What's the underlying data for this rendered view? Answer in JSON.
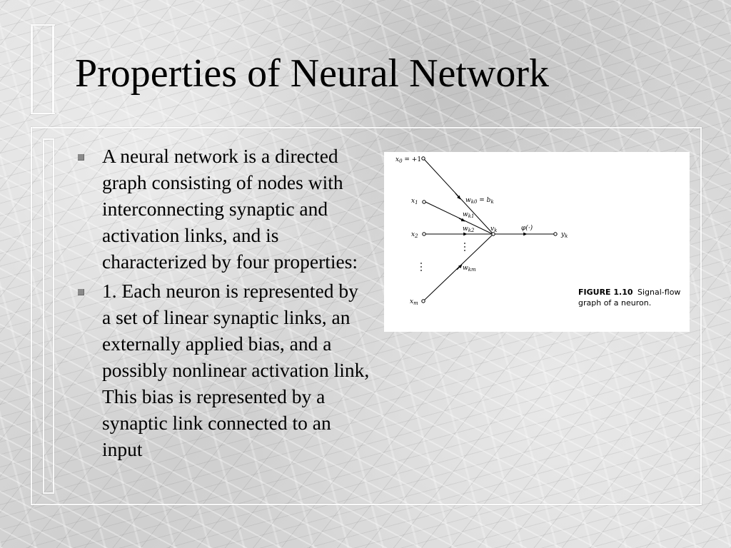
{
  "slide": {
    "title": "Properties of Neural Network",
    "bullets": [
      "A neural network is a directed graph consisting of nodes with interconnecting synaptic and activation links, and is characterized by four properties:",
      "1. Each neuron is represented by a set of linear synaptic links, an externally applied bias, and a possibly nonlinear activation link, This bias is represented by a synaptic link connected to an input"
    ]
  },
  "figure": {
    "inputs": {
      "x0": "x",
      "x0_sub": "0",
      "x0_value": " = +1",
      "x1": "x",
      "x1_sub": "1",
      "x2": "x",
      "x2_sub": "2",
      "xm": "x",
      "xm_sub": "m"
    },
    "weights": {
      "wk0": "w",
      "wk0_sub": "k0",
      "wk0_eq": " = b",
      "wk0_eq_sub": "k",
      "wk1": "w",
      "wk1_sub": "k1",
      "wk2": "w",
      "wk2_sub": "k2",
      "wkm": "w",
      "wkm_sub": "km"
    },
    "node": {
      "vk": "v",
      "vk_sub": "k",
      "phi": "φ(·)",
      "yk": "y",
      "yk_sub": "k"
    },
    "caption": {
      "label": "FIGURE 1.10",
      "text_line1": "Signal-flow",
      "text_line2": "graph of a neuron."
    }
  }
}
